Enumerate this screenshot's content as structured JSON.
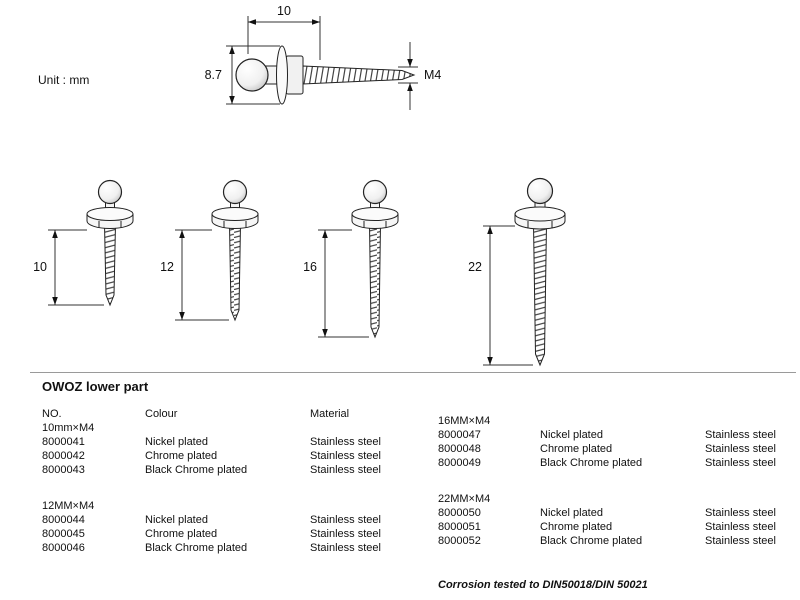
{
  "unit_label": "Unit : mm",
  "top_drawing": {
    "dim_length": "10",
    "dim_diameter": "8.7",
    "thread_spec": "M4"
  },
  "screws": {
    "lengths": [
      "10",
      "12",
      "16",
      "22"
    ]
  },
  "section_title": "OWOZ lower part",
  "table": {
    "headers": {
      "no": "NO.",
      "colour": "Colour",
      "material": "Material"
    },
    "groups": [
      {
        "size": "10mm×M4",
        "rows": [
          [
            "8000041",
            "Nickel plated",
            "Stainless steel"
          ],
          [
            "8000042",
            "Chrome plated",
            "Stainless steel"
          ],
          [
            "8000043",
            "Black Chrome plated",
            "Stainless steel"
          ]
        ]
      },
      {
        "size": "12MM×M4",
        "rows": [
          [
            "8000044",
            "Nickel plated",
            "Stainless steel"
          ],
          [
            "8000045",
            "Chrome plated",
            "Stainless steel"
          ],
          [
            "8000046",
            "Black Chrome plated",
            "Stainless steel"
          ]
        ]
      },
      {
        "size": "16MM×M4",
        "rows": [
          [
            "8000047",
            "Nickel plated",
            "Stainless steel"
          ],
          [
            "8000048",
            "Chrome plated",
            "Stainless steel"
          ],
          [
            "8000049",
            "Black Chrome plated",
            "Stainless steel"
          ]
        ]
      },
      {
        "size": "22MM×M4",
        "rows": [
          [
            "8000050",
            "Nickel plated",
            "Stainless steel"
          ],
          [
            "8000051",
            "Chrome plated",
            "Stainless steel"
          ],
          [
            "8000052",
            "Black Chrome plated",
            "Stainless steel"
          ]
        ]
      }
    ]
  },
  "footer_note": "Corrosion tested to DIN50018/DIN 50021"
}
